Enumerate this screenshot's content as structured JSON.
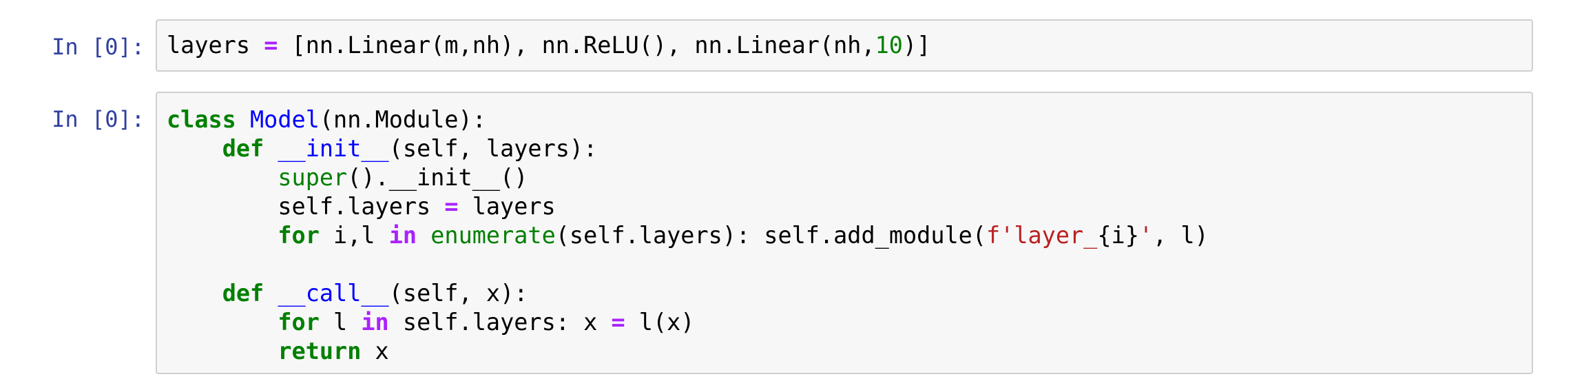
{
  "cells": [
    {
      "prompt": "In [0]:",
      "lines": [
        [
          {
            "t": "plain",
            "v": "layers "
          },
          {
            "t": "op",
            "v": "="
          },
          {
            "t": "plain",
            "v": " [nn.Linear(m,nh), nn.ReLU(), nn.Linear(nh,"
          },
          {
            "t": "num",
            "v": "10"
          },
          {
            "t": "plain",
            "v": ")]"
          }
        ]
      ]
    },
    {
      "prompt": "In [0]:",
      "lines": [
        [
          {
            "t": "kw",
            "v": "class"
          },
          {
            "t": "plain",
            "v": " "
          },
          {
            "t": "def",
            "v": "Model"
          },
          {
            "t": "plain",
            "v": "(nn.Module):"
          }
        ],
        [
          {
            "t": "plain",
            "v": "    "
          },
          {
            "t": "kw",
            "v": "def"
          },
          {
            "t": "plain",
            "v": " "
          },
          {
            "t": "def",
            "v": "__init__"
          },
          {
            "t": "plain",
            "v": "(self, layers):"
          }
        ],
        [
          {
            "t": "plain",
            "v": "        "
          },
          {
            "t": "builtin",
            "v": "super"
          },
          {
            "t": "plain",
            "v": "().__init__()"
          }
        ],
        [
          {
            "t": "plain",
            "v": "        self.layers "
          },
          {
            "t": "op",
            "v": "="
          },
          {
            "t": "plain",
            "v": " layers"
          }
        ],
        [
          {
            "t": "plain",
            "v": "        "
          },
          {
            "t": "kw",
            "v": "for"
          },
          {
            "t": "plain",
            "v": " i,l "
          },
          {
            "t": "op",
            "v": "in"
          },
          {
            "t": "plain",
            "v": " "
          },
          {
            "t": "builtin",
            "v": "enumerate"
          },
          {
            "t": "plain",
            "v": "(self.layers): self.add_module("
          },
          {
            "t": "str",
            "v": "f'layer_"
          },
          {
            "t": "plain",
            "v": "{i}"
          },
          {
            "t": "str",
            "v": "'"
          },
          {
            "t": "plain",
            "v": ", l)"
          }
        ],
        [
          {
            "t": "plain",
            "v": ""
          }
        ],
        [
          {
            "t": "plain",
            "v": "    "
          },
          {
            "t": "kw",
            "v": "def"
          },
          {
            "t": "plain",
            "v": " "
          },
          {
            "t": "def",
            "v": "__call__"
          },
          {
            "t": "plain",
            "v": "(self, x):"
          }
        ],
        [
          {
            "t": "plain",
            "v": "        "
          },
          {
            "t": "kw",
            "v": "for"
          },
          {
            "t": "plain",
            "v": " l "
          },
          {
            "t": "op",
            "v": "in"
          },
          {
            "t": "plain",
            "v": " self.layers: x "
          },
          {
            "t": "op",
            "v": "="
          },
          {
            "t": "plain",
            "v": " l(x)"
          }
        ],
        [
          {
            "t": "plain",
            "v": "        "
          },
          {
            "t": "kw",
            "v": "return"
          },
          {
            "t": "plain",
            "v": " x"
          }
        ]
      ]
    }
  ]
}
